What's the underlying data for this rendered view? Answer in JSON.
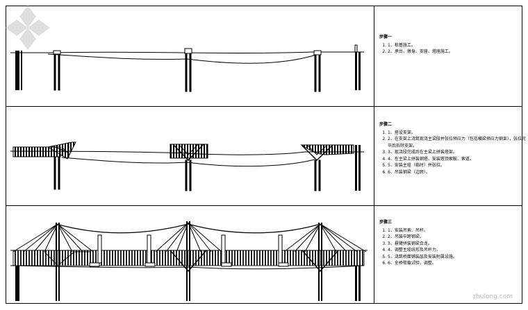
{
  "panels": [
    {
      "title": "步骤一",
      "notes": [
        "1、桩基施工。",
        "2、承台、墩身、支座、塔座施工。"
      ]
    },
    {
      "title": "步骤二",
      "notes": [
        "1、搭设支架。",
        "2、在支架上浇筑现浇主梁段并张拉预应力（包括横梁预应力钢束），张拉完毕后拆除支架。",
        "3、现浇段完成后在主梁上拼装塔架。",
        "4、在主梁上拼装钢塔、安装塔顶索鞍、索道。",
        "5、安装主缆（临时）并张拉。",
        "6、吊装钢梁（边跨）。"
      ]
    },
    {
      "title": "步骤三",
      "notes": [
        "1、安装吊索、吊杆。",
        "2、吊装中跨钢梁。",
        "3、悬臂拼装钢梁合龙。",
        "4、调整主缆线形及吊杆力。",
        "5、浇筑桥面铺装层及安装附属设施。",
        "6、全桥荷载试验，调整。"
      ]
    }
  ],
  "watermark": {
    "text": "zhulong.com",
    "icon": "zhulong-logo-icon"
  }
}
